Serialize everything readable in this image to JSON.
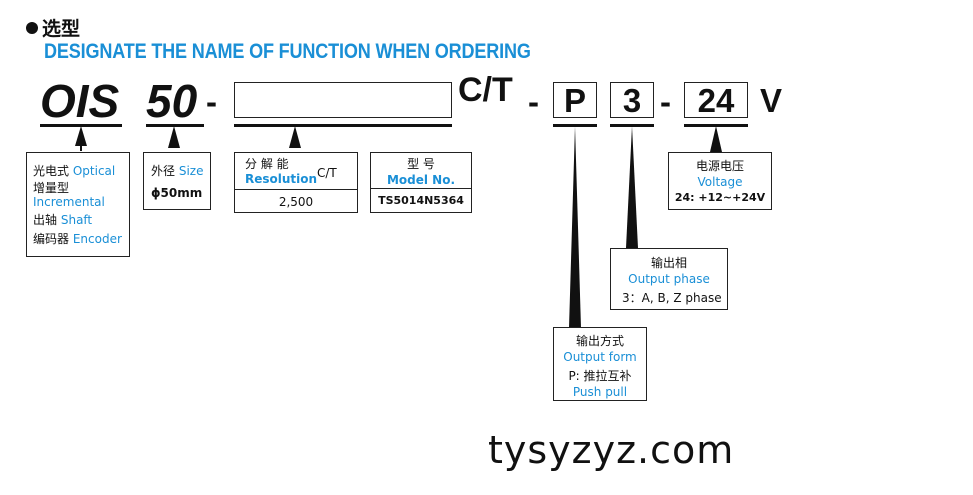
{
  "header": {
    "title": "选型",
    "subtitle": "DESIGNATE THE NAME OF FUNCTION WHEN ORDERING"
  },
  "code": {
    "series": "OIS",
    "size": "50",
    "dash1": "-",
    "suffix_ct": "C/T",
    "dash2": "-",
    "output_form": "P",
    "output_phase": "3",
    "dash3": "-",
    "voltage": "24",
    "voltage_unit": "V"
  },
  "legends": {
    "series": [
      {
        "cn": "光电式",
        "en": "Optical"
      },
      {
        "cn": "增量型",
        "en": "Incremental"
      },
      {
        "cn": "出轴",
        "en": "Shaft"
      },
      {
        "cn": "编码器",
        "en": "Encoder"
      }
    ],
    "size": {
      "cn": "外径",
      "en": "Size",
      "value": "ϕ50mm"
    },
    "resolution": {
      "cn": "分 解 能",
      "en": "Resolution",
      "unit": "C/T",
      "value": "2,500"
    },
    "model": {
      "cn": "型 号",
      "en": "Model No.",
      "value": "TS5014N5364"
    },
    "voltage": {
      "cn": "电源电压",
      "en": "Voltage",
      "value": "24: +12~+24V"
    },
    "phase": {
      "cn": "输出相",
      "en": "Output phase",
      "value": "3：A, B, Z phase"
    },
    "form": {
      "cn": "输出方式",
      "en": "Output form",
      "value_cn": "P: 推拉互补",
      "value_en": "Push pull"
    }
  },
  "watermark": "tysyzyz.com"
}
